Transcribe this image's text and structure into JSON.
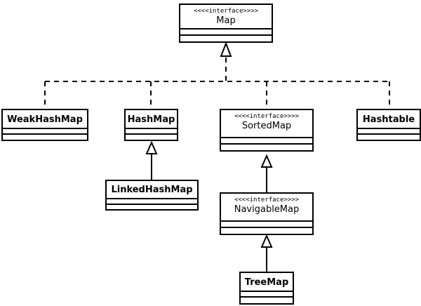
{
  "diagram": {
    "interfaces": {
      "stereotype": "<<<<interface>>>>",
      "map": "Map",
      "sorted_map": "SortedMap",
      "navigable_map": "NavigableMap"
    },
    "classes": {
      "weak_hash_map": "WeakHashMap",
      "hash_map": "HashMap",
      "linked_hash_map": "LinkedHashMap",
      "hashtable": "Hashtable",
      "tree_map": "TreeMap"
    }
  }
}
